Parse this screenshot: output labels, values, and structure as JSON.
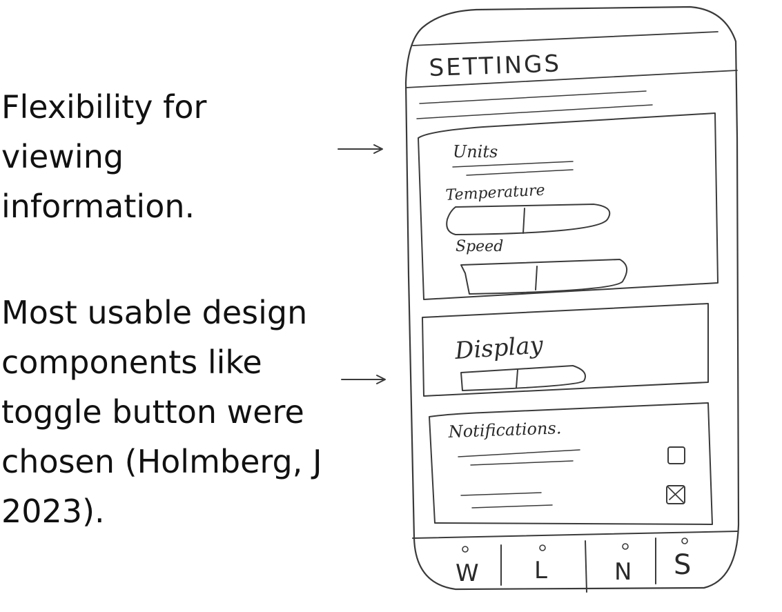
{
  "annotations": {
    "flexibility": "Flexibility for viewing information.",
    "usability": "Most usable design components like toggle button were chosen (Holmberg, J 2023)."
  },
  "phone": {
    "title": "SETTINGS",
    "units_card": {
      "heading": "Units",
      "temperature_label": "Temperature",
      "speed_label": "Speed"
    },
    "display_card": {
      "heading": "Display"
    },
    "notifications_card": {
      "heading": "Notifications."
    },
    "bottom_nav": [
      "W",
      "L",
      "N",
      "S"
    ]
  },
  "colors": {
    "ink": "#3a3a3a",
    "paper": "#ffffff",
    "text": "#111111"
  },
  "icons": [
    "arrow-right-icon",
    "checkbox-icon",
    "toggle-switch"
  ]
}
